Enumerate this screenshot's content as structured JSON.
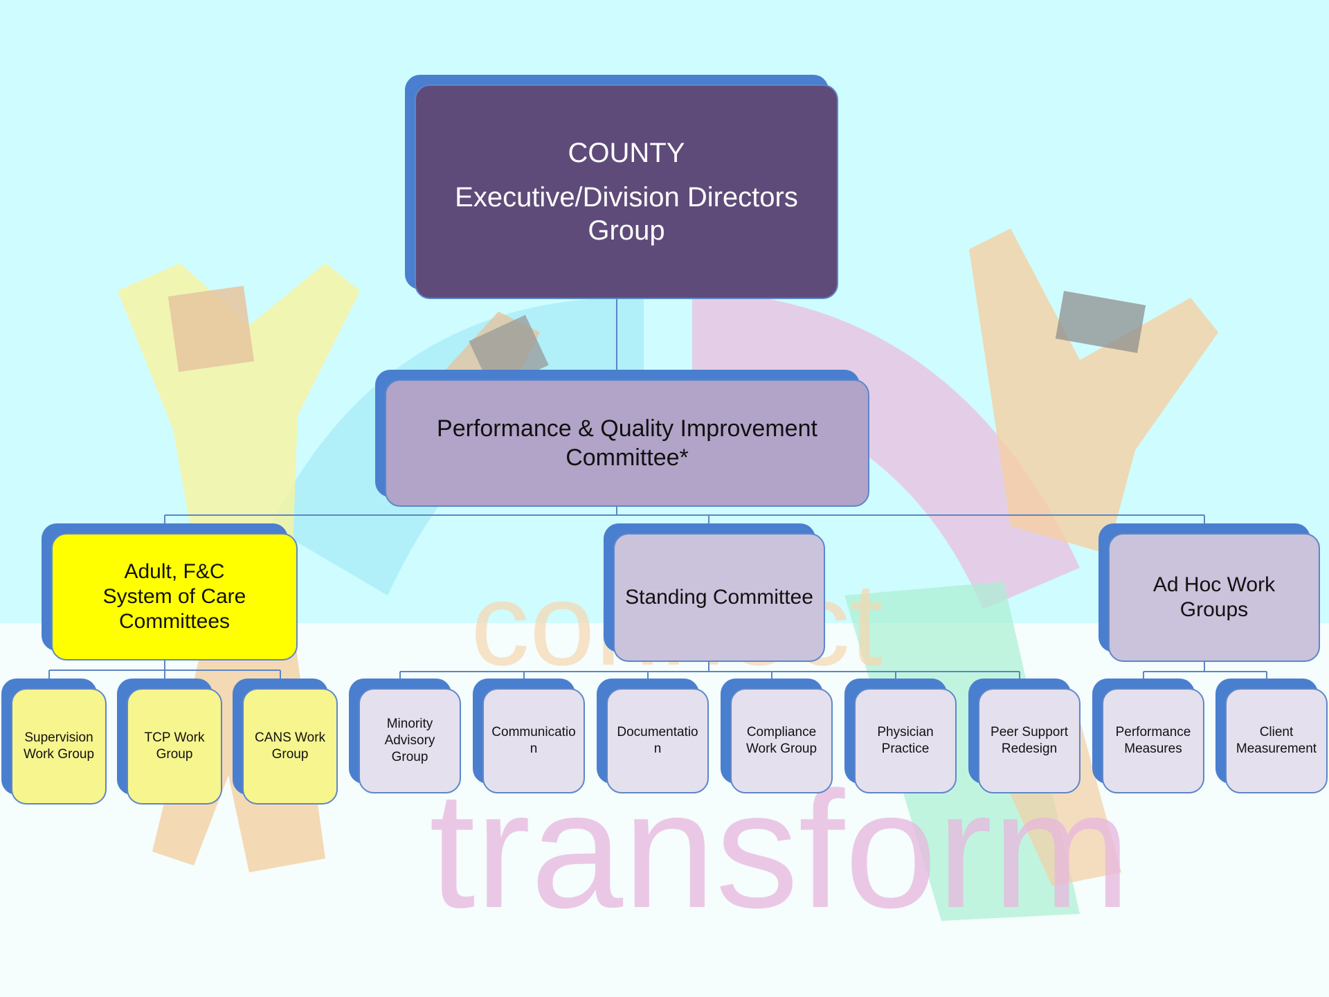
{
  "background": {
    "word_top": "connect",
    "word_bottom": "transform",
    "color_sky": "#cffcff",
    "color_word_top": "#f7d7b0",
    "color_word_bottom": "#e7b7de"
  },
  "colors": {
    "county": "#5f4b79",
    "pqic": "#b2a3c8",
    "mid": "#cbc2dc",
    "adult": "#ffff00",
    "leaf_yellow": "#f6f58e",
    "leaf_lavender": "#e5e0ee",
    "shadow_blue": "#4a7fcf",
    "connector": "#5c86c2"
  },
  "org": {
    "county": {
      "line1": "COUNTY",
      "line2": "Executive/Division Directors",
      "line3": "Group"
    },
    "pqic": {
      "line1": "Performance & Quality Improvement",
      "line2": "Committee*"
    },
    "adult": {
      "line1": "Adult, F&C",
      "line2": "System of Care",
      "line3": "Committees"
    },
    "standing": {
      "label": "Standing Committee"
    },
    "adhoc": {
      "label": "Ad Hoc Work Groups"
    },
    "adult_children": [
      {
        "line1": "Supervision",
        "line2": "Work Group"
      },
      {
        "line1": "TCP Work",
        "line2": "Group"
      },
      {
        "line1": "CANS Work",
        "line2": "Group"
      }
    ],
    "standing_children": [
      {
        "line1": "Minority",
        "line2": "Advisory",
        "line3": "Group"
      },
      {
        "line1": "Communicatio",
        "line2": "n"
      },
      {
        "line1": "Documentatio",
        "line2": "n"
      },
      {
        "line1": "Compliance",
        "line2": "Work Group"
      },
      {
        "line1": "Physician",
        "line2": "Practice"
      },
      {
        "line1": "Peer Support",
        "line2": "Redesign"
      }
    ],
    "adhoc_children": [
      {
        "line1": "Performance",
        "line2": "Measures"
      },
      {
        "line1": "Client",
        "line2": "Measurement"
      }
    ]
  }
}
